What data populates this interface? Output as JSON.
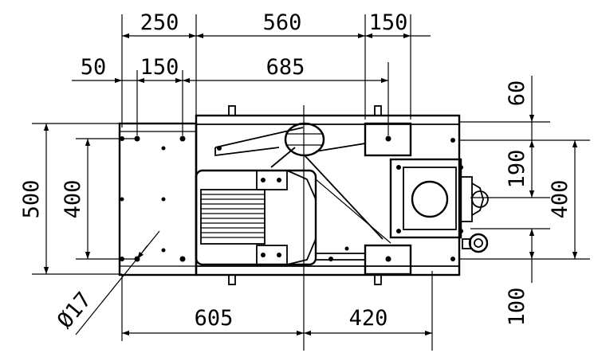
{
  "dimensions": {
    "top_250": "250",
    "top_560": "560",
    "top_150": "150",
    "top_50": "50",
    "top_150b": "150",
    "top_685": "685",
    "left_500": "500",
    "left_400": "400",
    "right_60": "60",
    "right_190": "190",
    "right_400": "400",
    "right_100": "100",
    "bottom_605": "605",
    "bottom_420": "420",
    "hole_diameter": "Ø17"
  }
}
